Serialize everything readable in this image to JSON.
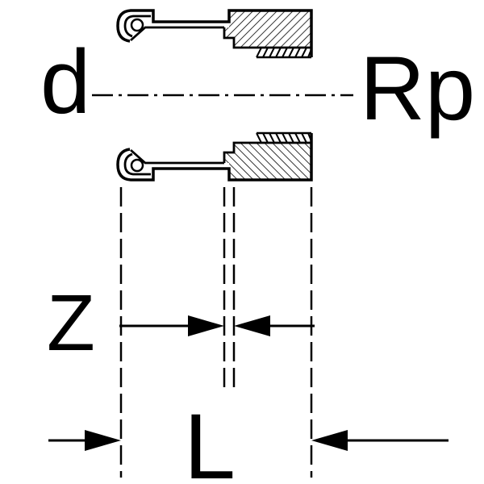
{
  "diagram": {
    "labels": {
      "d": "d",
      "rp": "Rp",
      "z": "Z",
      "l": "L"
    },
    "colors": {
      "line": "#000000",
      "background": "#ffffff"
    }
  }
}
